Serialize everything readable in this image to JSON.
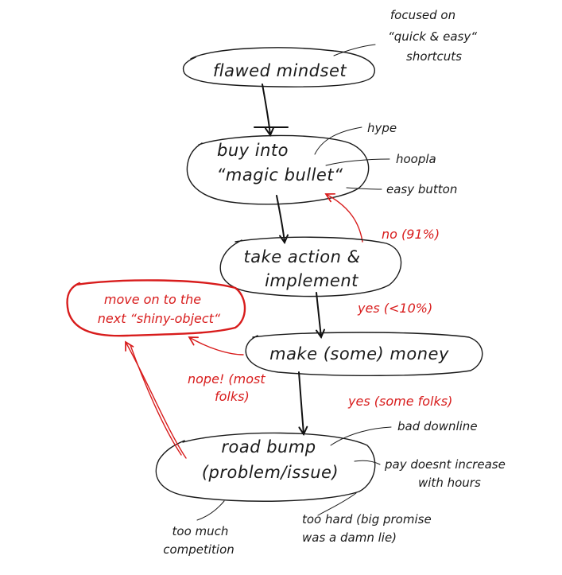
{
  "colors": {
    "ink": "#1a1a1a",
    "accent_red": "#d81c1c",
    "background": "#ffffff"
  },
  "nodes": {
    "flawed_mindset": {
      "text": "flawed mindset"
    },
    "buy_into": {
      "line1": "buy into",
      "line2": "“magic bullet“"
    },
    "take_action": {
      "line1": "take action &",
      "line2": "implement"
    },
    "make_money": {
      "text": "make (some) money"
    },
    "road_bump": {
      "line1": "road bump",
      "line2": "(problem/issue)"
    },
    "shiny_object": {
      "line1": "move on to the",
      "line2": "next “shiny-object“"
    }
  },
  "notes": {
    "focused": {
      "line1": "focused on",
      "line2": "“quick & easy“",
      "line3": "shortcuts"
    },
    "hype": "hype",
    "hoopla": "hoopla",
    "easy_button": "easy button",
    "bad_downline": "bad downline",
    "pay": {
      "line1": "pay doesnt increase",
      "line2": "with hours"
    },
    "too_hard": {
      "line1": "too hard (big promise",
      "line2": "was a damn lie)"
    },
    "too_much": {
      "line1": "too much",
      "line2": "competition"
    }
  },
  "edge_labels": {
    "no": "no (91%)",
    "yes_lt10": "yes (<10%)",
    "nope": {
      "line1": "nope! (most",
      "line2": "folks)"
    },
    "yes_some": "yes (some folks)"
  }
}
